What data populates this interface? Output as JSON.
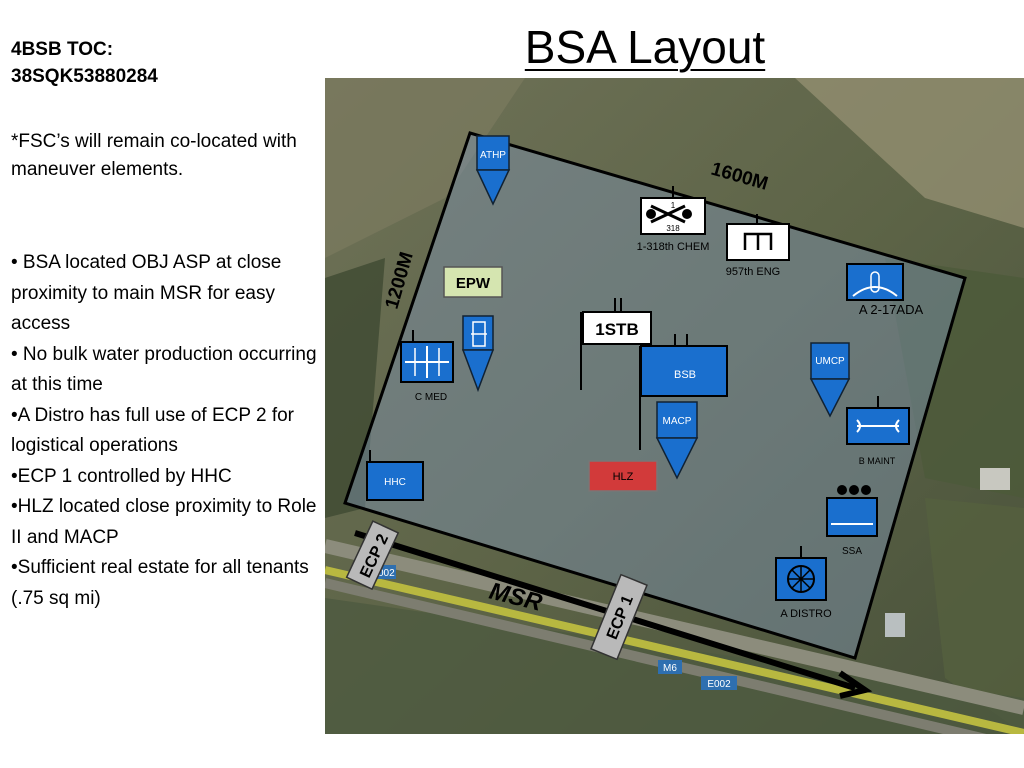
{
  "slide": {
    "title": "BSA Layout",
    "toc_line1": "4BSB TOC:",
    "toc_line2": "38SQK53880284",
    "note": "*FSC’s will remain co-located with maneuver elements.",
    "bullets": [
      "• BSA located  OBJ ASP at close proximity to  main MSR for easy access",
      "• No bulk water production occurring at this time",
      "•A Distro has full use of ECP 2 for logistical operations",
      "•ECP 1 controlled by HHC",
      "•HLZ located close proximity to Role II and MACP",
      "•Sufficient real estate for  all tenants (.75 sq mi)"
    ]
  },
  "map": {
    "dim_top": "1600M",
    "dim_left": "1200M",
    "route": "MSR",
    "road_signs": [
      "E002",
      "M6",
      "E002"
    ],
    "ecp1": "ECP 1",
    "ecp2": "ECP 2",
    "units": {
      "athp": "ATHP",
      "epw": "EPW",
      "stb": "1STB",
      "bsb": "BSB",
      "macp": "MACP",
      "hlz": "HLZ",
      "hhc": "HHC",
      "cmed": "C MED",
      "umcp": "UMCP",
      "bmaint": "B MAINT",
      "ssa": "SSA",
      "adistro": "A DISTRO",
      "ada": "A  2-17ADA",
      "chem": "1-318th CHEM",
      "chem_num": "318",
      "chem_top": "1",
      "eng": "957th ENG"
    }
  }
}
